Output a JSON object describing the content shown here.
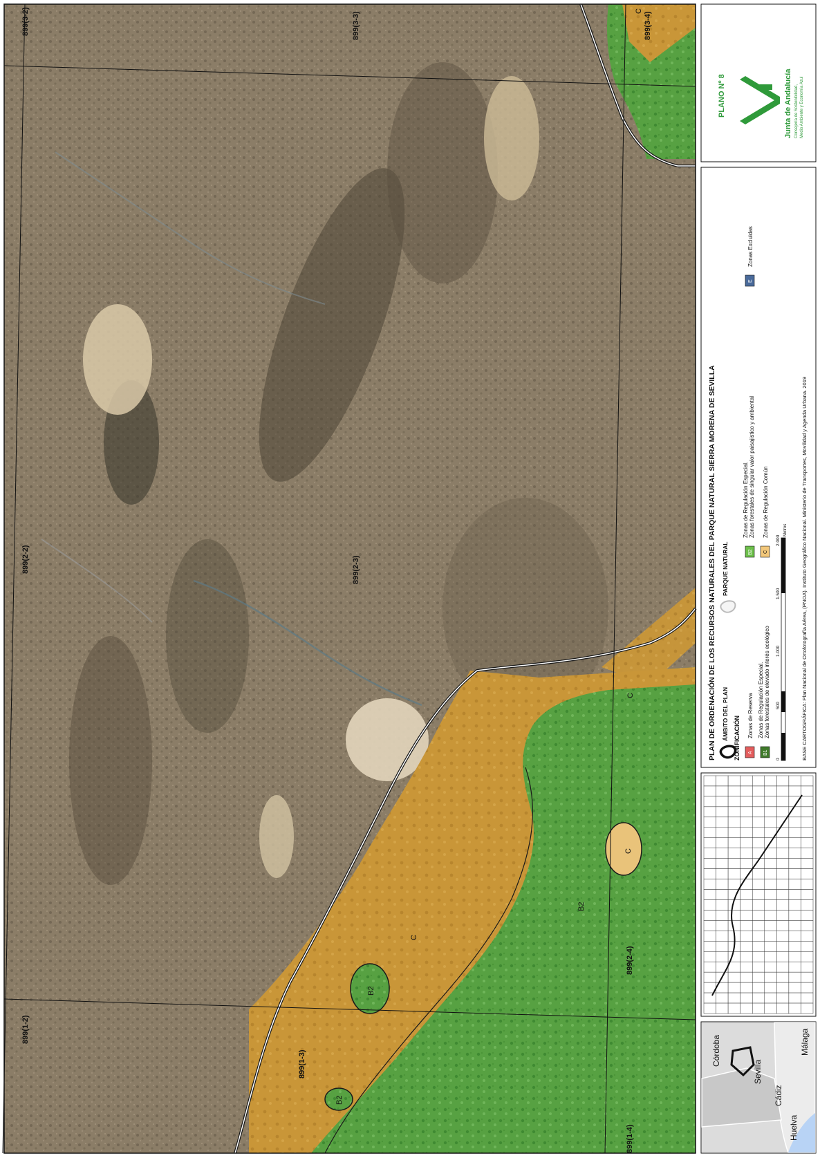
{
  "map": {
    "sheet_labels": {
      "top_left": "899(1-2)",
      "bottom_left": "899(1-3)",
      "bottom_left_corner": "899(1-4)",
      "top_center": "899(2-2)",
      "center": "899(2-3)",
      "bottom_center": "899(2-4)",
      "top_right": "899(3-2)",
      "right_upper": "899(3-3)",
      "right_edge": "899(3-4)"
    },
    "zone_labels": {
      "c_main": "C",
      "c_strip": "C",
      "c_patch": "C",
      "c_corner": "C",
      "b2_main": "B2",
      "b2_island": "B2",
      "b2_small": "B2"
    }
  },
  "locator": {
    "provinces": [
      "Córdoba",
      "Sevilla",
      "Huelva",
      "Cádiz",
      "Málaga"
    ]
  },
  "legend": {
    "title": "PLAN DE ORDENACIÓN DE LOS RECURSOS NATURALES DEL  PARQUE NATURAL SIERRA MORENA DE SEVILLA",
    "ambito_label": "ÁMBITO DEL PLAN",
    "parque_label": "PARQUE NATURAL",
    "zonificacion_label": "ZONIFICACIÓN",
    "zones": [
      {
        "code": "A",
        "color": "#e35d5d",
        "line1": "Zonas de Reserva",
        "line2": ""
      },
      {
        "code": "B1",
        "color": "#3f7a2a",
        "line1": "Zonas de Regulación Especial.",
        "line2": "Zonas forestales de elevado interés ecológico"
      },
      {
        "code": "B2",
        "color": "#6cbf4a",
        "line1": "Zonas de Regulación Especial.",
        "line2": "Zonas forestales de singular valor paisajístico y ambiental"
      },
      {
        "code": "C",
        "color": "#f2c77a",
        "line1": "Zonas de Regulación Común",
        "line2": ""
      },
      {
        "code": "E",
        "color": "#4a6a9a",
        "line1": "Zonas Excluidas",
        "line2": ""
      }
    ],
    "scale": {
      "ticks": [
        "0",
        "500",
        "1.000",
        "1.500",
        "2.000"
      ],
      "unit": "Metros"
    },
    "base": "BASE CARTOGRÁFICA: Plan Nacional de Ortofotografía Aérea, (PNOA). Instituto Geográfico Nacional. Ministerio de Transportes, Movilidad y Agenda Urbana. 2019"
  },
  "plano": {
    "label": "PLANO Nº  8",
    "org": "Junta de Andalucía",
    "dept1": "Consejería de Sostenibilidad,",
    "dept2": "Medio Ambiente y Economía Azul"
  }
}
